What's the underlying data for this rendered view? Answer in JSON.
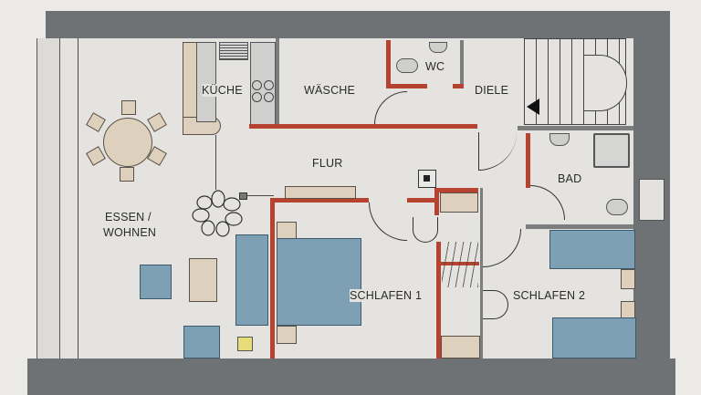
{
  "floorplan": {
    "rooms": {
      "kueche": "KÜCHE",
      "waesche": "WÄSCHE",
      "wc": "WC",
      "diele": "DIELE",
      "flur": "FLUR",
      "bad": "BAD",
      "essen_line1": "ESSEN /",
      "essen_line2": "WOHNEN",
      "schlafen1": "SCHLAFEN 1",
      "schlafen2": "SCHLAFEN 2"
    },
    "colors": {
      "exterior_wall": "#6f7274",
      "new_wall": "#b5432f",
      "floor": "#e4e3e0",
      "furniture_wood": "#ddd0bc",
      "furniture_blue": "#7da0b5",
      "stool_yellow": "#e6dc7a"
    }
  }
}
